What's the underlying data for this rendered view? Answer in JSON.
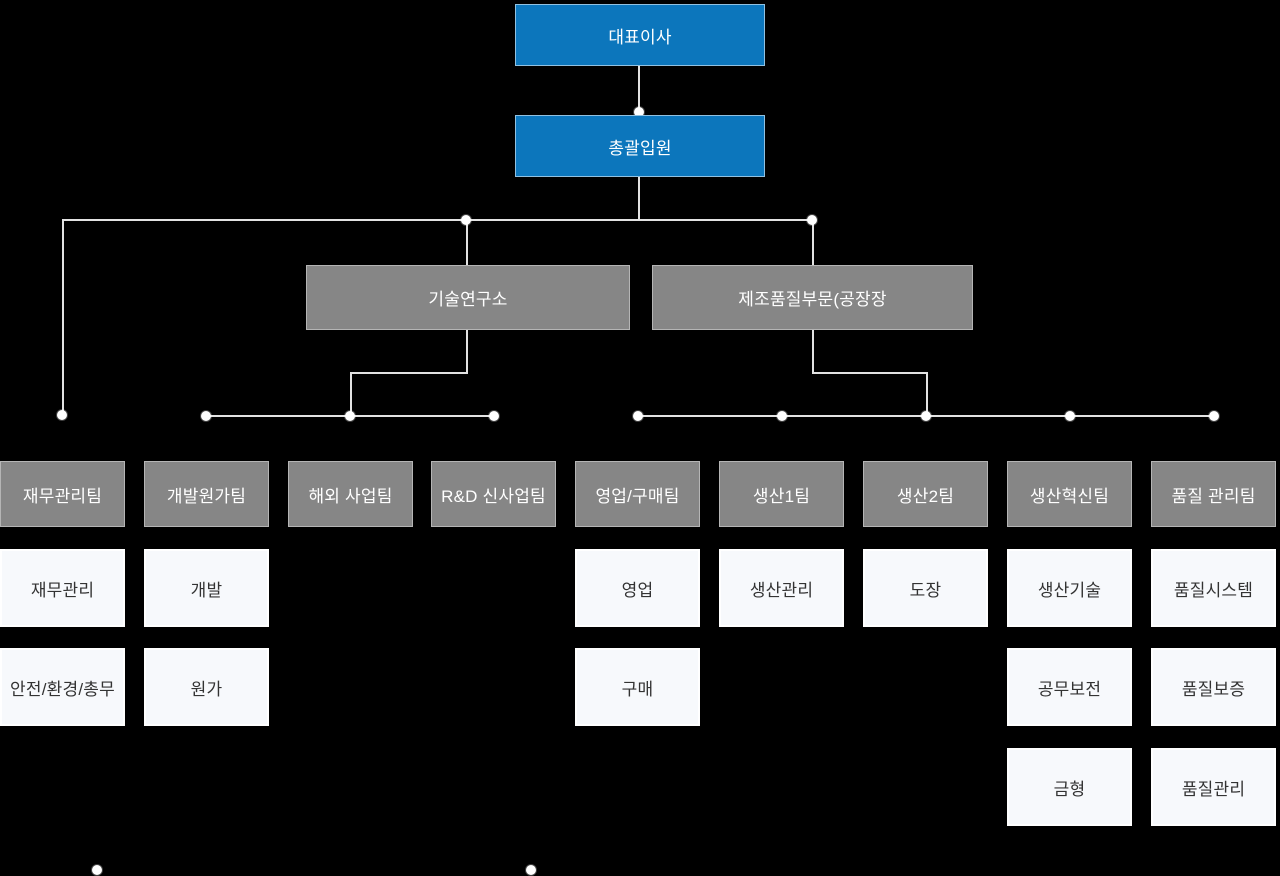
{
  "colors": {
    "executive_blue": "#0c76bc",
    "division_gray": "#868686",
    "card_background": "#f7f9fc",
    "card_text": "#333333",
    "connector_line": "#e2e2e2",
    "connector_dot": "#ffffff",
    "page_background": "#000000"
  },
  "nodes": {
    "ceo": "대표이사",
    "executive": "총괄입원",
    "divisions": [
      "기술연구소",
      "제조품질부문(공장장"
    ],
    "teams": [
      "재무관리팀",
      "개발원가팀",
      "해외 사업팀",
      "R&D 신사업팀",
      "영업/구매팀",
      "생산1팀",
      "생산2팀",
      "생산혁신팀",
      "품질 관리팀"
    ],
    "subunits": [
      "재무관리",
      "안전/환경/총무",
      "개발",
      "원가",
      "영업",
      "구매",
      "생산관리",
      "도장",
      "생산기술",
      "공무보전",
      "금형",
      "품질시스템",
      "품질보증",
      "품질관리"
    ]
  },
  "hierarchy": {
    "대표이사": {
      "총괄입원": {
        "재무관리팀": [
          "재무관리",
          "안전/환경/총무"
        ],
        "기술연구소": {
          "개발원가팀": [
            "개발",
            "원가"
          ],
          "해외 사업팀": [],
          "R&D 신사업팀": []
        },
        "제조품질부문(공장장": {
          "영업/구매팀": [
            "영업",
            "구매"
          ],
          "생산1팀": [
            "생산관리"
          ],
          "생산2팀": [
            "도장"
          ],
          "생산혁신팀": [
            "생산기술",
            "공무보전",
            "금형"
          ],
          "품질 관리팀": [
            "품질시스템",
            "품질보증",
            "품질관리"
          ]
        }
      }
    }
  }
}
